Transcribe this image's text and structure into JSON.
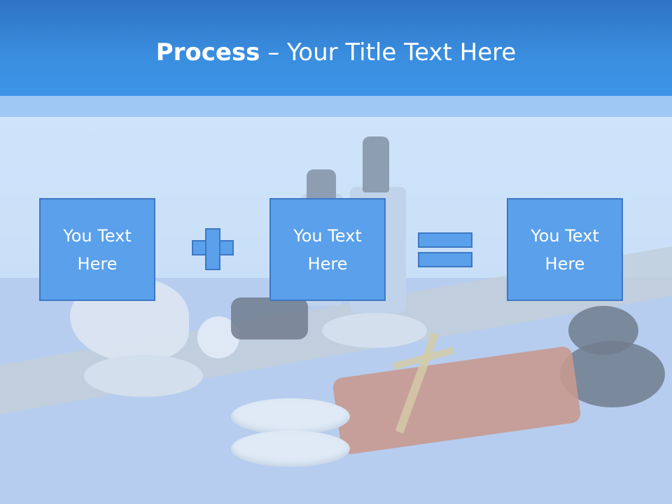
{
  "header": {
    "title_bold": "Process",
    "title_rest": " – Your Title Text Here"
  },
  "process": {
    "boxes": [
      {
        "text": "You Text Here"
      },
      {
        "text": "You Text Here"
      },
      {
        "text": "You Text Here"
      }
    ],
    "operators": [
      "plus",
      "equals"
    ]
  },
  "colors": {
    "header": "#3a8ee0",
    "band": "#9fc8f4",
    "box_fill": "#5aa0ea",
    "box_border": "#3d78c5",
    "text": "#ffffff"
  }
}
